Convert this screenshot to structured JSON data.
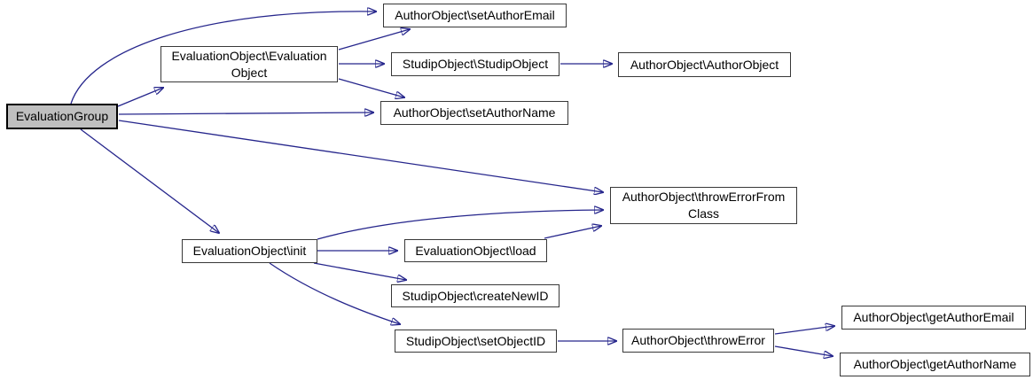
{
  "diagram": {
    "type": "call-graph",
    "colors": {
      "edge": "#26268c",
      "node_border": "#383838",
      "node_fill": "#ffffff",
      "selected_node_fill": "#bfbfbf",
      "selected_node_border": "#000000",
      "background": "#ffffff"
    },
    "nodes": [
      {
        "id": "evaluation-group",
        "label": "EvaluationGroup",
        "selected": true
      },
      {
        "id": "evaluationobject-evaluationobject",
        "label": "EvaluationObject\\Evaluation\nObject",
        "selected": false
      },
      {
        "id": "authorobject-setauthoremail",
        "label": "AuthorObject\\setAuthorEmail",
        "selected": false
      },
      {
        "id": "studipobject-studipobject",
        "label": "StudipObject\\StudipObject",
        "selected": false
      },
      {
        "id": "authorobject-authorobject",
        "label": "AuthorObject\\AuthorObject",
        "selected": false
      },
      {
        "id": "authorobject-setauthorname",
        "label": "AuthorObject\\setAuthorName",
        "selected": false
      },
      {
        "id": "authorobject-throwerrorfromclass",
        "label": "AuthorObject\\throwErrorFrom\nClass",
        "selected": false
      },
      {
        "id": "evaluationobject-init",
        "label": "EvaluationObject\\init",
        "selected": false
      },
      {
        "id": "evaluationobject-load",
        "label": "EvaluationObject\\load",
        "selected": false
      },
      {
        "id": "studipobject-createnewid",
        "label": "StudipObject\\createNewID",
        "selected": false
      },
      {
        "id": "studipobject-setobjectid",
        "label": "StudipObject\\setObjectID",
        "selected": false
      },
      {
        "id": "authorobject-throwerror",
        "label": "AuthorObject\\throwError",
        "selected": false
      },
      {
        "id": "authorobject-getauthoremail",
        "label": "AuthorObject\\getAuthorEmail",
        "selected": false
      },
      {
        "id": "authorobject-getauthorname",
        "label": "AuthorObject\\getAuthorName",
        "selected": false
      }
    ],
    "edges": [
      {
        "from": "evaluation-group",
        "to": "authorobject-setauthoremail"
      },
      {
        "from": "evaluation-group",
        "to": "evaluationobject-evaluationobject"
      },
      {
        "from": "evaluation-group",
        "to": "authorobject-setauthorname"
      },
      {
        "from": "evaluation-group",
        "to": "authorobject-throwerrorfromclass"
      },
      {
        "from": "evaluation-group",
        "to": "evaluationobject-init"
      },
      {
        "from": "evaluationobject-evaluationobject",
        "to": "authorobject-setauthoremail"
      },
      {
        "from": "evaluationobject-evaluationobject",
        "to": "studipobject-studipobject"
      },
      {
        "from": "evaluationobject-evaluationobject",
        "to": "authorobject-setauthorname"
      },
      {
        "from": "studipobject-studipobject",
        "to": "authorobject-authorobject"
      },
      {
        "from": "evaluationobject-init",
        "to": "authorobject-throwerrorfromclass"
      },
      {
        "from": "evaluationobject-init",
        "to": "evaluationobject-load"
      },
      {
        "from": "evaluationobject-init",
        "to": "studipobject-createnewid"
      },
      {
        "from": "evaluationobject-init",
        "to": "studipobject-setobjectid"
      },
      {
        "from": "evaluationobject-load",
        "to": "authorobject-throwerrorfromclass"
      },
      {
        "from": "studipobject-setobjectid",
        "to": "authorobject-throwerror"
      },
      {
        "from": "authorobject-throwerror",
        "to": "authorobject-getauthoremail"
      },
      {
        "from": "authorobject-throwerror",
        "to": "authorobject-getauthorname"
      }
    ]
  }
}
